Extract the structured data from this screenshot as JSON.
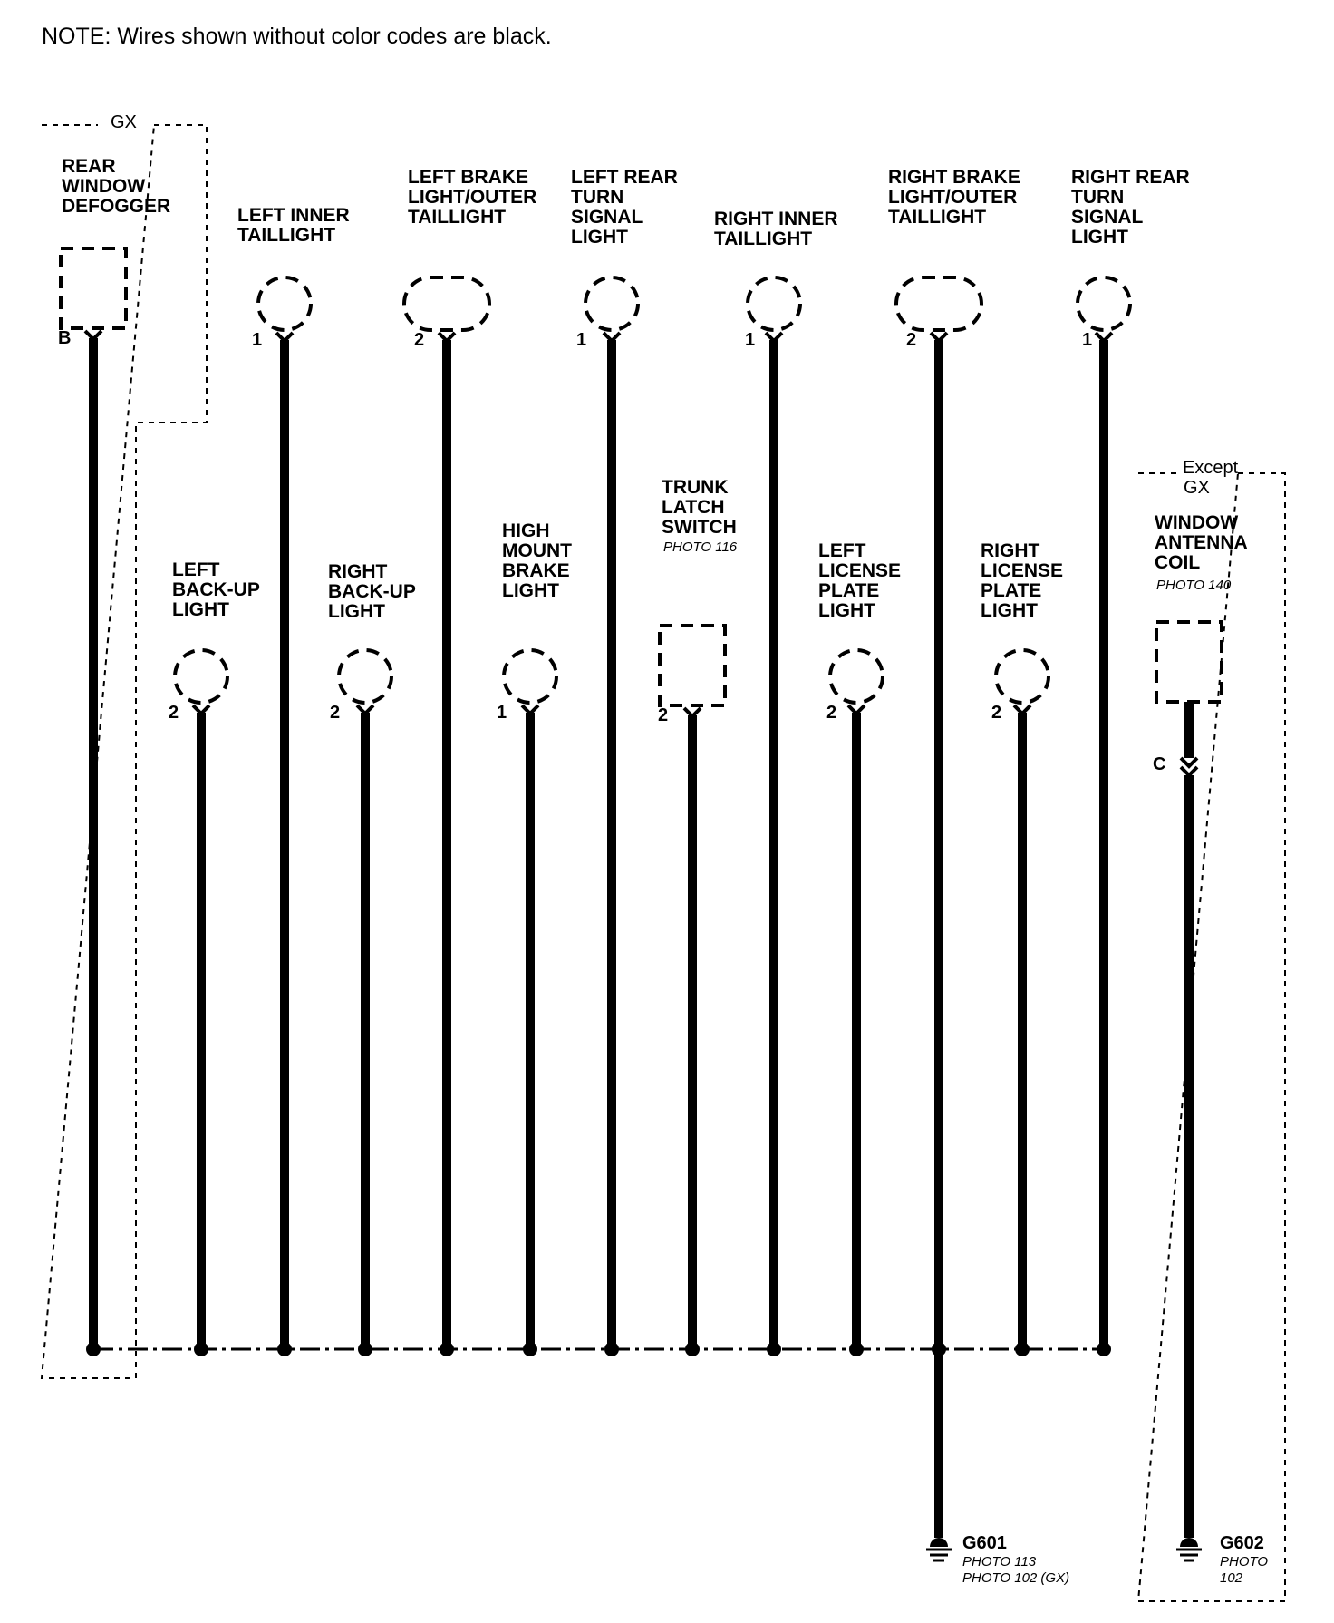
{
  "note": "NOTE: Wires shown without color codes are black.",
  "groups": {
    "gx": {
      "label": "GX"
    },
    "except_gx": {
      "label_line1": "Except",
      "label_line2": "GX"
    }
  },
  "top_components": [
    {
      "id": "rear-window-defogger",
      "lines": [
        "REAR",
        "WINDOW",
        "DEFOGGER"
      ],
      "shape": "square",
      "pin": "B"
    },
    {
      "id": "left-inner-taillight",
      "lines": [
        "LEFT INNER",
        "TAILLIGHT"
      ],
      "shape": "circle",
      "pin": "1"
    },
    {
      "id": "left-brake-light-outer-taillight",
      "lines": [
        "LEFT BRAKE",
        "LIGHT/OUTER",
        "TAILLIGHT"
      ],
      "shape": "oval",
      "pin": "2"
    },
    {
      "id": "left-rear-turn-signal-light",
      "lines": [
        "LEFT REAR",
        "TURN",
        "SIGNAL",
        "LIGHT"
      ],
      "shape": "circle",
      "pin": "1"
    },
    {
      "id": "right-inner-taillight",
      "lines": [
        "RIGHT INNER",
        "TAILLIGHT"
      ],
      "shape": "circle",
      "pin": "1"
    },
    {
      "id": "right-brake-light-outer-taillight",
      "lines": [
        "RIGHT BRAKE",
        "LIGHT/OUTER",
        "TAILLIGHT"
      ],
      "shape": "oval",
      "pin": "2"
    },
    {
      "id": "right-rear-turn-signal-light",
      "lines": [
        "RIGHT REAR",
        "TURN",
        "SIGNAL",
        "LIGHT"
      ],
      "shape": "circle",
      "pin": "1"
    }
  ],
  "mid_components": [
    {
      "id": "left-back-up-light",
      "lines": [
        "LEFT",
        "BACK-UP",
        "LIGHT"
      ],
      "shape": "circle",
      "pin": "2",
      "photo": ""
    },
    {
      "id": "right-back-up-light",
      "lines": [
        "RIGHT",
        "BACK-UP",
        "LIGHT"
      ],
      "shape": "circle",
      "pin": "2",
      "photo": ""
    },
    {
      "id": "high-mount-brake-light",
      "lines": [
        "HIGH",
        "MOUNT",
        "BRAKE",
        "LIGHT"
      ],
      "shape": "circle",
      "pin": "1",
      "photo": ""
    },
    {
      "id": "trunk-latch-switch",
      "lines": [
        "TRUNK",
        "LATCH",
        "SWITCH"
      ],
      "shape": "square",
      "pin": "2",
      "photo": "PHOTO 116"
    },
    {
      "id": "left-license-plate-light",
      "lines": [
        "LEFT",
        "LICENSE",
        "PLATE",
        "LIGHT"
      ],
      "shape": "circle",
      "pin": "2",
      "photo": ""
    },
    {
      "id": "right-license-plate-light",
      "lines": [
        "RIGHT",
        "LICENSE",
        "PLATE",
        "LIGHT"
      ],
      "shape": "circle",
      "pin": "2",
      "photo": ""
    }
  ],
  "antenna": {
    "lines": [
      "WINDOW",
      "ANTENNA",
      "COIL"
    ],
    "photo": "PHOTO 140",
    "pin": "C"
  },
  "grounds": [
    {
      "id": "g601",
      "name": "G601",
      "photos": [
        "PHOTO 113",
        "PHOTO 102 (GX)"
      ]
    },
    {
      "id": "g602",
      "name": "G602",
      "photos": [
        "PHOTO",
        "102"
      ]
    }
  ]
}
